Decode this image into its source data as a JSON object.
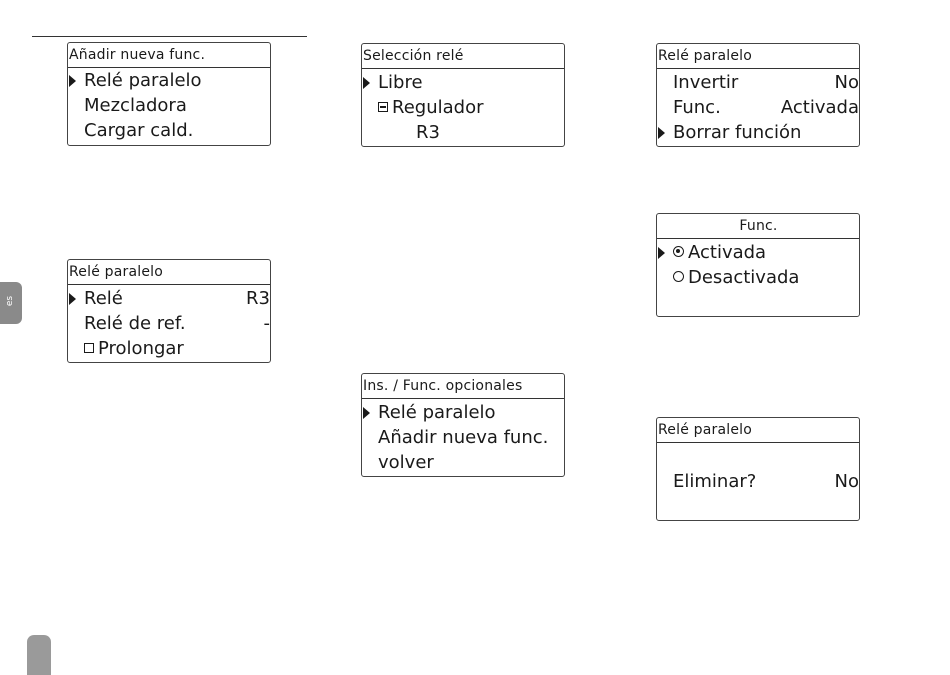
{
  "lang_tab": "es",
  "screens": {
    "add_func": {
      "title": "Añadir nueva func.",
      "items": [
        "Relé paralelo",
        "Mezcladora",
        "Cargar cald."
      ]
    },
    "relay_select": {
      "title": "Selección relé",
      "items": [
        "Libre",
        "Regulador",
        "R3"
      ]
    },
    "parallel_relay_menu": {
      "title": "Relé paralelo",
      "rows": [
        {
          "label": "Invertir",
          "value": "No"
        },
        {
          "label": "Func.",
          "value": "Activada"
        },
        {
          "label": "Borrar función",
          "value": ""
        }
      ]
    },
    "func_select": {
      "title": "Func.",
      "options": [
        "Activada",
        "Desactivada"
      ]
    },
    "parallel_relay_setup": {
      "title": "Relé paralelo",
      "rows": [
        {
          "label": "Relé",
          "value": "R3"
        },
        {
          "label": "Relé de ref.",
          "value": "-"
        },
        {
          "label": "Prolongar",
          "value": ""
        }
      ]
    },
    "optional_funcs": {
      "title": "Ins. / Func. opcionales",
      "items": [
        "Relé paralelo",
        "Añadir nueva func.",
        "volver"
      ]
    },
    "delete_confirm": {
      "title": "Relé paralelo",
      "label": "Eliminar?",
      "value": "No"
    }
  }
}
